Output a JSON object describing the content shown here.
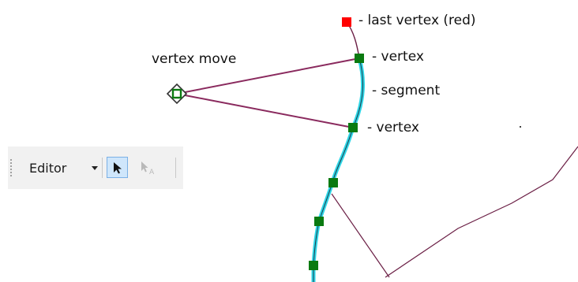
{
  "annotations": {
    "last_vertex": "- last vertex (red)",
    "vertex_top": "- vertex",
    "segment": "- segment",
    "vertex_bottom": "- vertex",
    "vertex_move": "vertex move"
  },
  "toolbar": {
    "editor_label": "Editor"
  },
  "icons": {
    "dropdown": "chevron-down-icon",
    "edit_tool": "arrow-cursor-icon",
    "edit_annotation_tool": "annotation-arrow-icon"
  },
  "colors": {
    "segment_highlight": "#2ed6e6",
    "line": "#6b1f45",
    "vertex": "#0a7a10",
    "last_vertex": "#ff0000",
    "rubber_band": "#8a2a5e",
    "toolbar_bg": "#f1f1f1",
    "button_active_bg": "#cfe6fb"
  }
}
